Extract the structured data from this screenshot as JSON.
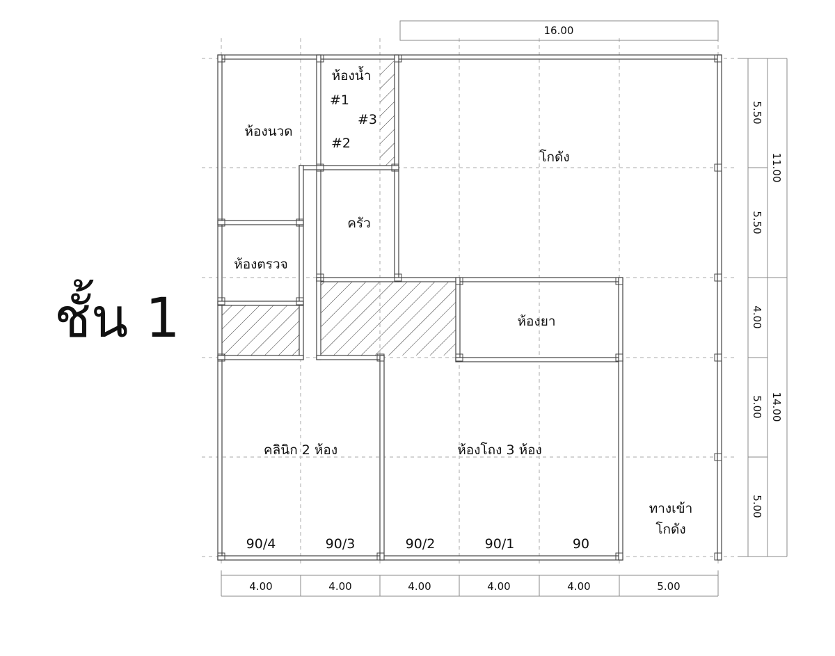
{
  "title": "ชั้น 1",
  "rooms": {
    "massage": "ห้องนวด",
    "bathroom": "ห้องน้ำ",
    "bath1": "#1",
    "bath2": "#2",
    "bath3": "#3",
    "warehouse": "โกดัง",
    "kitchen": "ครัว",
    "exam": "ห้องตรวจ",
    "pharmacy": "ห้องยา",
    "clinic": "คลินิก 2 ห้อง",
    "storage_rooms": "ห้องโถง 3 ห้อง",
    "entrance_1": "ทางเข้า",
    "entrance_2": "โกดัง"
  },
  "unit_numbers": [
    "90/4",
    "90/3",
    "90/2",
    "90/1",
    "90"
  ],
  "dimensions": {
    "top_total": "16.00",
    "bottom": [
      "4.00",
      "4.00",
      "4.00",
      "4.00",
      "4.00",
      "5.00"
    ],
    "right_segments": [
      "5.50",
      "5.50",
      "4.00",
      "5.00",
      "5.00"
    ],
    "right_totals": [
      "11.00",
      "14.00"
    ]
  }
}
